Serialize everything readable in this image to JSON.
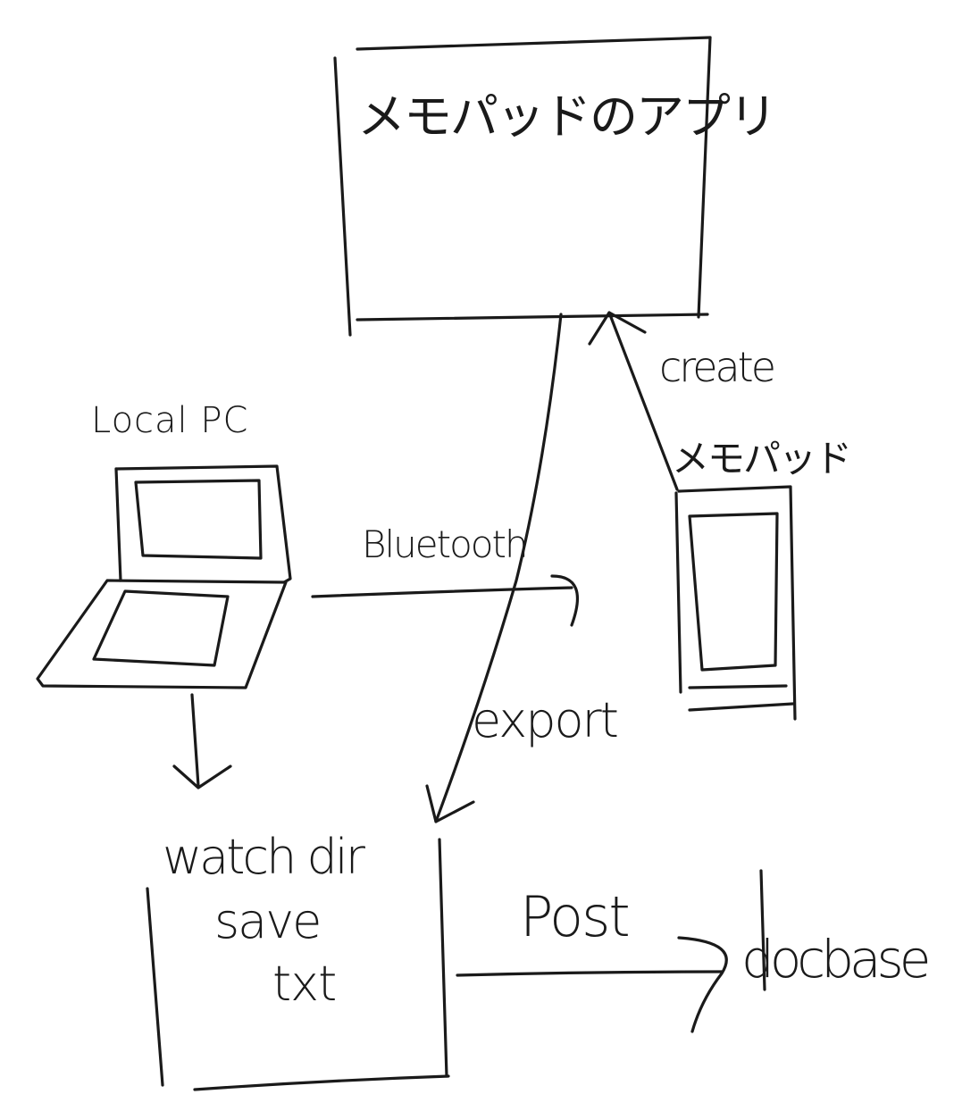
{
  "nodes": {
    "memopad_app": {
      "label": "メモパッドのアプリ"
    },
    "memopad": {
      "label": "メモパッド"
    },
    "local_pc": {
      "label": "Local PC"
    },
    "watch_dir": {
      "line1": "watch dir",
      "line2": "save",
      "line3": "txt"
    },
    "docbase": {
      "label": "docbase"
    }
  },
  "edges": {
    "create": "create",
    "bluetooth": "Bluetooth",
    "export": "export",
    "post": "Post"
  }
}
